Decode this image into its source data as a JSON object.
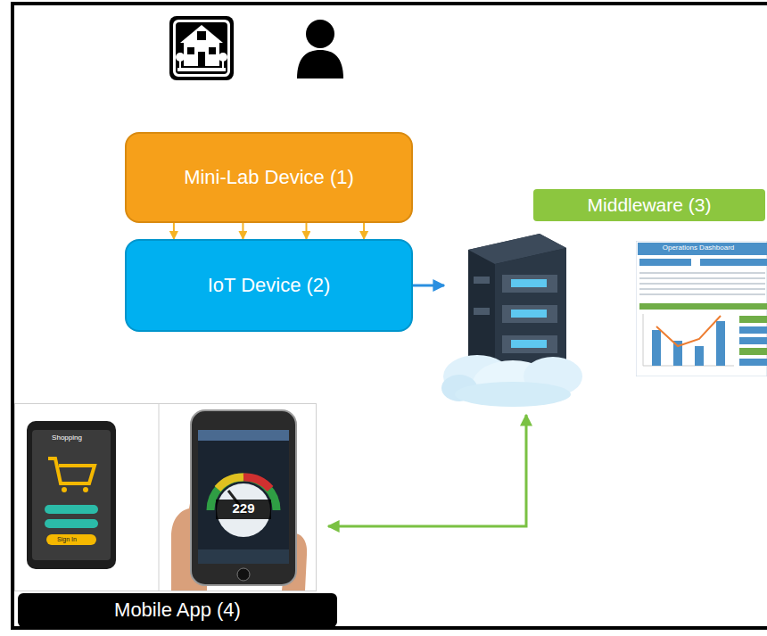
{
  "diagram": {
    "nodes": [
      {
        "text": [
          "Mini-Lab Device (1)"
        ]
      },
      {
        "text": [
          "IoT Device (2)"
        ]
      },
      {
        "text": [
          "Middleware (3)"
        ]
      },
      {
        "text": [
          "Mobile App (4)"
        ]
      }
    ],
    "edges": [
      {
        "from": 0,
        "to": 1,
        "arrow": "to"
      },
      {
        "from": 0,
        "to": 1,
        "arrow": "to"
      },
      {
        "from": 0,
        "to": 1,
        "arrow": "to"
      },
      {
        "from": 0,
        "to": 1,
        "arrow": "to"
      },
      {
        "from": 1,
        "to": 2,
        "arrow": "to"
      },
      {
        "from": 2,
        "to": 3,
        "arrow": "both"
      }
    ],
    "labels": [
      "Operations Dashboard",
      "Shopping",
      "Sign In",
      "229"
    ]
  }
}
